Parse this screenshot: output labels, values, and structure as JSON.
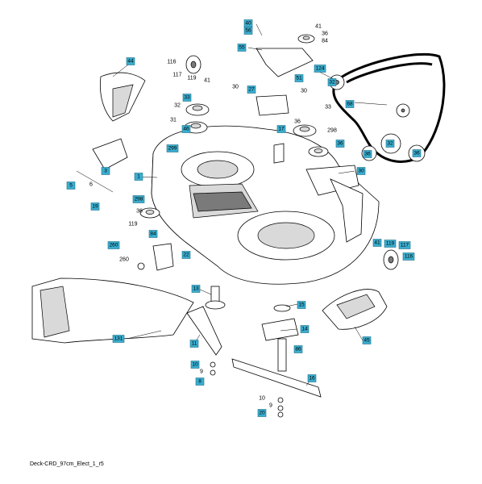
{
  "caption": "Deck-CRD_97cm_Elect_1_r5",
  "callouts": [
    {
      "n": "40",
      "boxed": true
    },
    {
      "n": "56",
      "boxed": true
    },
    {
      "n": "41",
      "boxed": false
    },
    {
      "n": "36",
      "boxed": false
    },
    {
      "n": "84",
      "boxed": false
    },
    {
      "n": "55",
      "boxed": true
    },
    {
      "n": "44",
      "boxed": true
    },
    {
      "n": "116",
      "boxed": false
    },
    {
      "n": "117",
      "boxed": false
    },
    {
      "n": "119",
      "boxed": false
    },
    {
      "n": "41",
      "boxed": false
    },
    {
      "n": "124",
      "boxed": true
    },
    {
      "n": "51",
      "boxed": true
    },
    {
      "n": "27",
      "boxed": true
    },
    {
      "n": "30",
      "boxed": false
    },
    {
      "n": "30",
      "boxed": false
    },
    {
      "n": "32",
      "boxed": true
    },
    {
      "n": "33",
      "boxed": true
    },
    {
      "n": "32",
      "boxed": false
    },
    {
      "n": "31",
      "boxed": false
    },
    {
      "n": "46",
      "boxed": true
    },
    {
      "n": "17",
      "boxed": true
    },
    {
      "n": "33",
      "boxed": false
    },
    {
      "n": "36",
      "boxed": false
    },
    {
      "n": "298",
      "boxed": false
    },
    {
      "n": "68",
      "boxed": true
    },
    {
      "n": "36",
      "boxed": true
    },
    {
      "n": "36",
      "boxed": true
    },
    {
      "n": "32",
      "boxed": true
    },
    {
      "n": "36",
      "boxed": true
    },
    {
      "n": "299",
      "boxed": true
    },
    {
      "n": "3",
      "boxed": true
    },
    {
      "n": "1",
      "boxed": true
    },
    {
      "n": "30",
      "boxed": true
    },
    {
      "n": "5",
      "boxed": true
    },
    {
      "n": "6",
      "boxed": false
    },
    {
      "n": "19",
      "boxed": true
    },
    {
      "n": "298",
      "boxed": true
    },
    {
      "n": "36",
      "boxed": false
    },
    {
      "n": "119",
      "boxed": false
    },
    {
      "n": "84",
      "boxed": true
    },
    {
      "n": "260",
      "boxed": true
    },
    {
      "n": "260",
      "boxed": false
    },
    {
      "n": "22",
      "boxed": true
    },
    {
      "n": "41",
      "boxed": true
    },
    {
      "n": "119",
      "boxed": true
    },
    {
      "n": "117",
      "boxed": true
    },
    {
      "n": "116",
      "boxed": true
    },
    {
      "n": "13",
      "boxed": true
    },
    {
      "n": "15",
      "boxed": true
    },
    {
      "n": "14",
      "boxed": true
    },
    {
      "n": "131",
      "boxed": true
    },
    {
      "n": "11",
      "boxed": true
    },
    {
      "n": "45",
      "boxed": true
    },
    {
      "n": "86",
      "boxed": true
    },
    {
      "n": "10",
      "boxed": true
    },
    {
      "n": "9",
      "boxed": false
    },
    {
      "n": "8",
      "boxed": true
    },
    {
      "n": "16",
      "boxed": true
    },
    {
      "n": "10",
      "boxed": false
    },
    {
      "n": "9",
      "boxed": false
    },
    {
      "n": "20",
      "boxed": true
    }
  ]
}
